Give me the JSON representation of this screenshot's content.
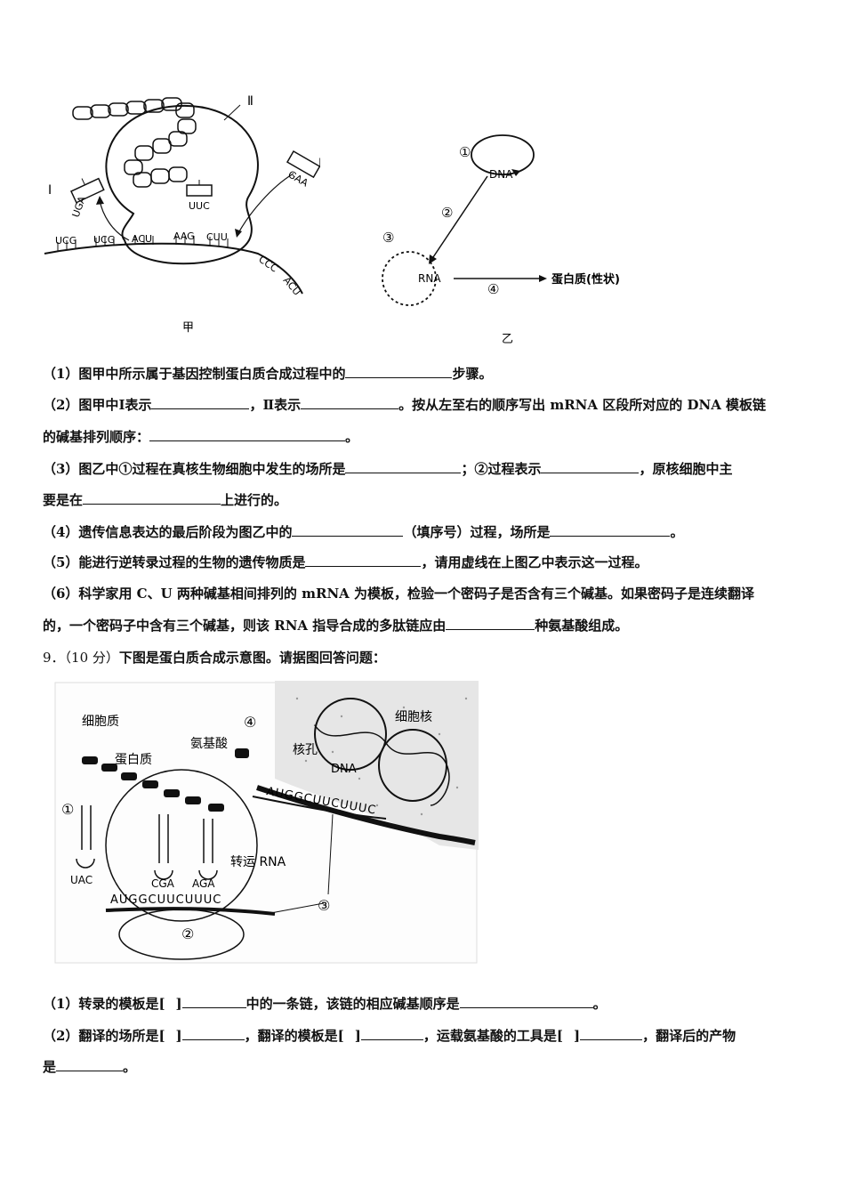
{
  "figure1": {
    "caption": "甲",
    "label_I": "Ⅰ",
    "label_II": "Ⅱ",
    "codons": [
      "UCG",
      "UCG",
      "ACU",
      "AAG",
      "CUU",
      "CCC",
      "ACU"
    ],
    "anticodons": [
      "UGA",
      "UUC",
      "GAA"
    ]
  },
  "figure2": {
    "caption": "乙",
    "dna": "DNA",
    "rna": "RNA",
    "protein": "蛋白质(性状)",
    "n1": "①",
    "n2": "②",
    "n3": "③",
    "n4": "④"
  },
  "questions": {
    "q1": [
      "（1）图甲中所示属于基因控制蛋白质合成过程中的",
      "步骤。"
    ],
    "q2a": [
      "（2）图甲中Ⅰ表示",
      "，Ⅱ表示",
      "。按从左至右的顺序写出 mRNA 区段所对应的 DNA 模板链"
    ],
    "q2b": [
      "的碱基排列顺序：",
      "。"
    ],
    "q3a": [
      "（3）图乙中①过程在真核生物细胞中发生的场所是",
      "；②过程表示",
      "，原核细胞中主"
    ],
    "q3b": [
      "要是在",
      "上进行的。"
    ],
    "q4": [
      "（4）遗传信息表达的最后阶段为图乙中的",
      "（填序号）过程，场所是",
      "。"
    ],
    "q5": [
      "（5）能进行逆转录过程的生物的遗传物质是",
      "，请用虚线在上图乙中表示这一过程。"
    ],
    "q6a": [
      "（6）科学家用 C、U 两种碱基相间排列的 mRNA 为模板，检验一个密码子是否含有三个碱基。如果密码子是连续翻译"
    ],
    "q6b": [
      "的，一个密码子中含有三个碱基，则该 RNA 指导合成的多肽链应由",
      "种氨基酸组成。"
    ]
  },
  "q9": {
    "number": "9．",
    "score": "（10 分）",
    "prompt": "下图是蛋白质合成示意图。请据图回答问题：",
    "figure": {
      "cytoplasm": "细胞质",
      "nucleus": "细胞核",
      "amino_acid": "氨基酸",
      "protein": "蛋白质",
      "pore": "核孔",
      "dna": "DNA",
      "trna": "转运 RNA",
      "n1": "①",
      "n2": "②",
      "n3": "③",
      "n4": "④",
      "anticodons": [
        "UAC",
        "CGA",
        "AGA"
      ],
      "mrna_lower": "AUGGCUUCUUUC",
      "mrna_upper": "AUGGCUUCUUUC"
    },
    "sub1": [
      "（1）转录的模板是[",
      "]",
      "中的一条链，该链的相应碱基顺序是",
      "。"
    ],
    "sub2a": [
      "（2）翻译的场所是[",
      "]",
      "，翻译的模板是[",
      "]",
      "，运载氨基酸的工具是[",
      "]",
      "，翻译后的产物"
    ],
    "sub2b": [
      "是",
      "。"
    ]
  }
}
